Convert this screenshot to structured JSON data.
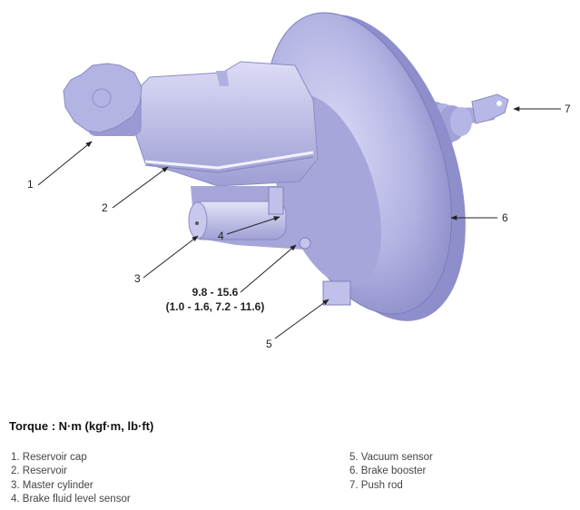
{
  "figure": {
    "callouts": [
      {
        "num": "1",
        "label": "Reservoir cap"
      },
      {
        "num": "2",
        "label": "Reservoir"
      },
      {
        "num": "3",
        "label": "Master cylinder"
      },
      {
        "num": "4",
        "label": "Brake fluid level sensor"
      },
      {
        "num": "5",
        "label": "Vacuum sensor"
      },
      {
        "num": "6",
        "label": "Brake booster"
      },
      {
        "num": "7",
        "label": "Push rod"
      }
    ],
    "torque_spec": {
      "line1": "9.8 - 15.6",
      "line2": "(1.0 - 1.6, 7.2 - 11.6)"
    },
    "colors": {
      "part_fill": "#b8b8e6",
      "part_shadow": "#8a8ac8",
      "part_highlight": "#e4e4f8",
      "leader_line": "#222222"
    }
  },
  "torque_heading": "Torque : N·m (kgf·m, lb·ft)",
  "legend": {
    "left": [
      "1. Reservoir cap",
      "2. Reservoir",
      "3. Master cylinder",
      "4. Brake fluid level sensor"
    ],
    "right": [
      "5. Vacuum sensor",
      "6. Brake booster",
      "7. Push rod"
    ]
  }
}
